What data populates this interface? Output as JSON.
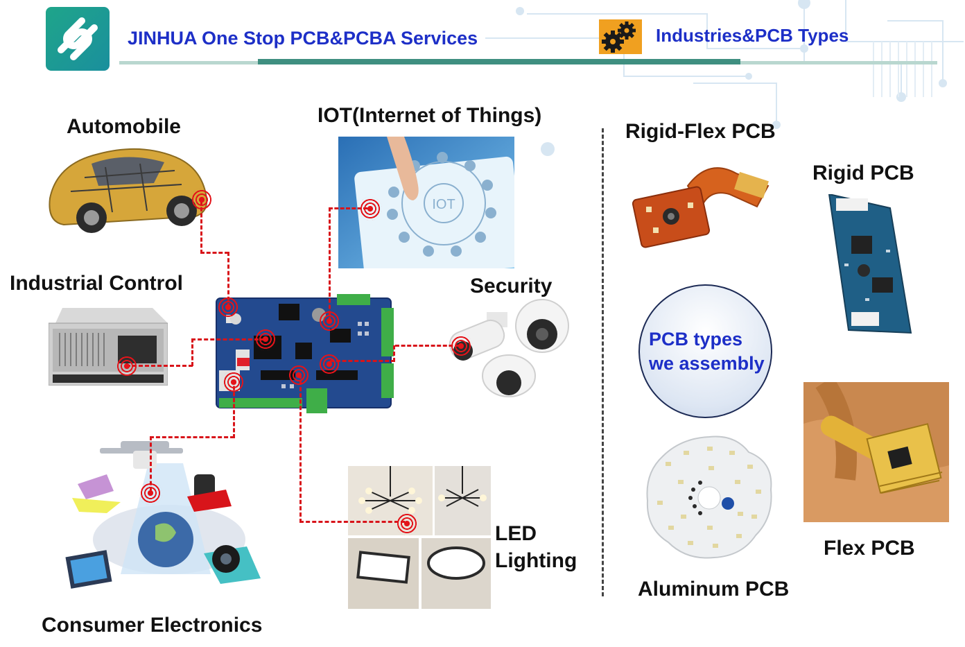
{
  "header": {
    "title": "JINHUA One Stop PCB&PCBA Services",
    "section_title": "Industries&PCB Types"
  },
  "industries": {
    "automobile": "Automobile",
    "iot": "IOT(Internet of Things)",
    "industrial_control": "Industrial Control",
    "security": "Security",
    "consumer_electronics": "Consumer Electronics",
    "led_lighting_line1": "LED",
    "led_lighting_line2": "Lighting"
  },
  "pcb_types": {
    "rigid_flex": "Rigid-Flex PCB",
    "rigid": "Rigid PCB",
    "aluminum": "Aluminum PCB",
    "flex": "Flex PCB",
    "badge_line1": "PCB types",
    "badge_line2": "we assembly"
  },
  "iot_screen_text": "IOT",
  "colors": {
    "title_blue": "#1d2fc7",
    "link_red": "#d8141a",
    "logo_green": "#1fa58a",
    "header_bar": "#3f8f80"
  }
}
